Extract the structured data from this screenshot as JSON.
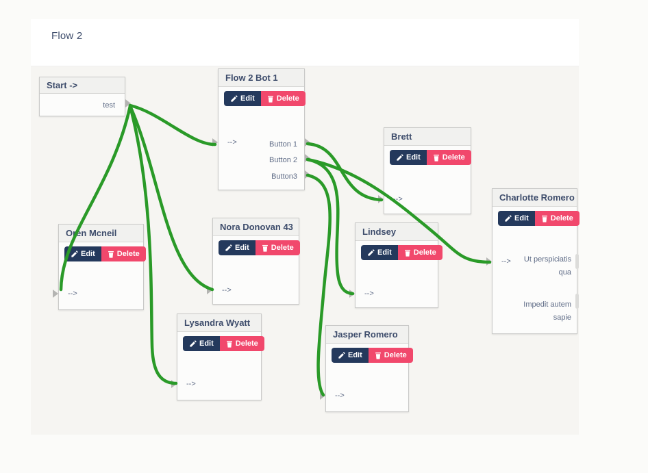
{
  "header": {
    "title": "Flow 2"
  },
  "actions": {
    "edit": "Edit",
    "delete": "Delete"
  },
  "colors": {
    "link_green": "#2a9a28",
    "edit_navy": "#24395c",
    "delete_pink": "#f1486c",
    "title_slate": "#3d4c6b",
    "canvas_bg": "#f6f5f2"
  },
  "nodes": [
    {
      "title": "Start ->",
      "outputs": [
        "test"
      ]
    },
    {
      "title": "Flow 2 Bot 1",
      "input": "-->",
      "outputs": [
        "Button 1",
        "Button 2",
        "Button3"
      ]
    },
    {
      "title": "Brett",
      "input": "-->"
    },
    {
      "title": "Oren Mcneil",
      "input": "-->"
    },
    {
      "title": "Nora Donovan 43",
      "input": "-->"
    },
    {
      "title": "Lindsey",
      "input": "-->"
    },
    {
      "title": "Charlotte Romero",
      "input": "-->",
      "outputs": [
        "Ut perspiciatis qua",
        "Impedit autem sapie"
      ]
    },
    {
      "title": "Lysandra Wyatt",
      "input": "-->"
    },
    {
      "title": "Jasper Romero",
      "input": "-->"
    }
  ],
  "links": [
    {
      "from": "Start ->",
      "from_port": "test",
      "to": "Flow 2 Bot 1"
    },
    {
      "from": "Start ->",
      "from_port": "test",
      "to": "Oren Mcneil"
    },
    {
      "from": "Start ->",
      "from_port": "test",
      "to": "Nora Donovan 43"
    },
    {
      "from": "Start ->",
      "from_port": "test",
      "to": "Lysandra Wyatt"
    },
    {
      "from": "Flow 2 Bot 1",
      "from_port": "Button 1",
      "to": "Brett"
    },
    {
      "from": "Flow 2 Bot 1",
      "from_port": "Button 2",
      "to": "Charlotte Romero"
    },
    {
      "from": "Flow 2 Bot 1",
      "from_port": "Button 2",
      "to": "Lindsey"
    },
    {
      "from": "Flow 2 Bot 1",
      "from_port": "Button3",
      "to": "Jasper Romero"
    }
  ]
}
